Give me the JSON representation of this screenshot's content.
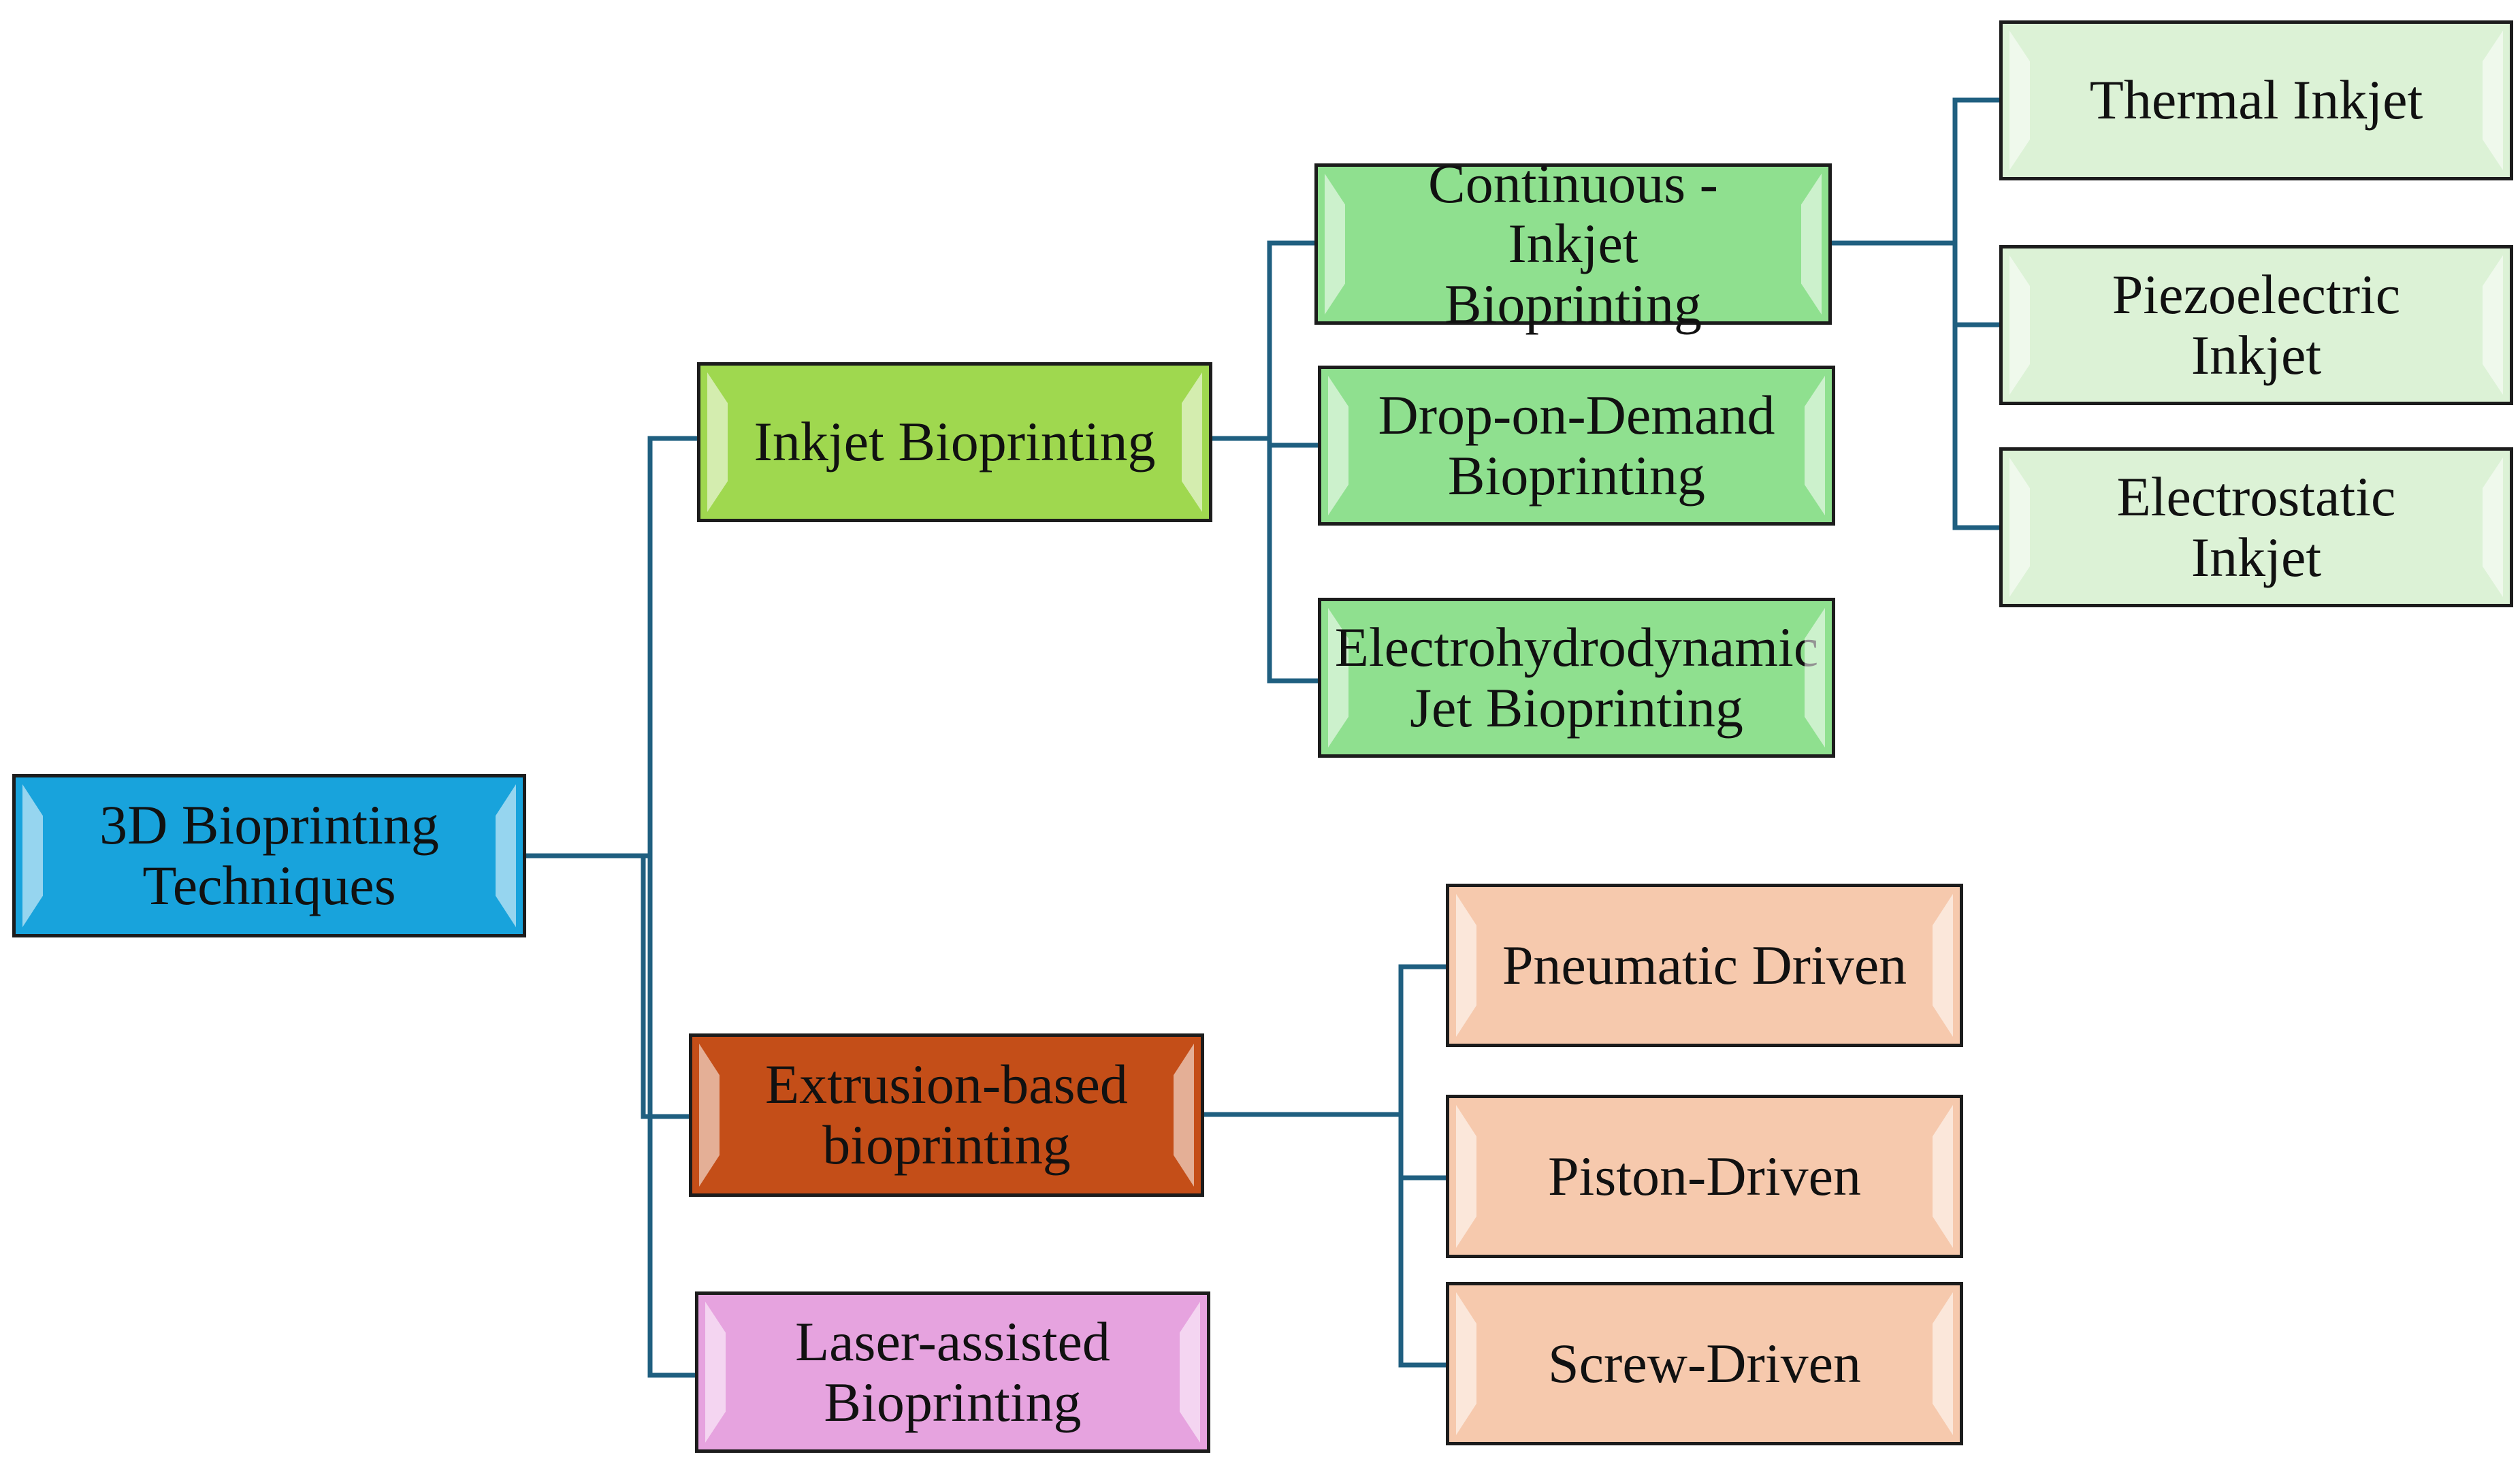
{
  "colors": {
    "line": "#1f5f80",
    "root": "#18a3dc",
    "inkjet": "#9fd84f",
    "inkjet_sub": "#8fe08f",
    "inkjet_leaf": "#dcf2d6",
    "extrusion": "#c44e18",
    "extrusion_leaf": "#f6c9ad",
    "laser": "#e6a3df"
  },
  "nodes": {
    "root": {
      "label": "3D Bioprinting\nTechniques"
    },
    "inkjet": {
      "label": "Inkjet Bioprinting"
    },
    "continuous": {
      "label": "Continuous -Inkjet\nBioprinting"
    },
    "drop_on_demand": {
      "label": "Drop-on-Demand\nBioprinting"
    },
    "electrohydrodynamic": {
      "label": "Electrohydrodynamic\nJet Bioprinting"
    },
    "thermal": {
      "label": "Thermal Inkjet"
    },
    "piezoelectric": {
      "label": "Piezoelectric Inkjet"
    },
    "electrostatic": {
      "label": "Electrostatic Inkjet"
    },
    "extrusion": {
      "label": "Extrusion-based\nbioprinting"
    },
    "pneumatic": {
      "label": "Pneumatic Driven"
    },
    "piston": {
      "label": "Piston-Driven"
    },
    "screw": {
      "label": "Screw-Driven"
    },
    "laser": {
      "label": "Laser-assisted\nBioprinting"
    }
  }
}
